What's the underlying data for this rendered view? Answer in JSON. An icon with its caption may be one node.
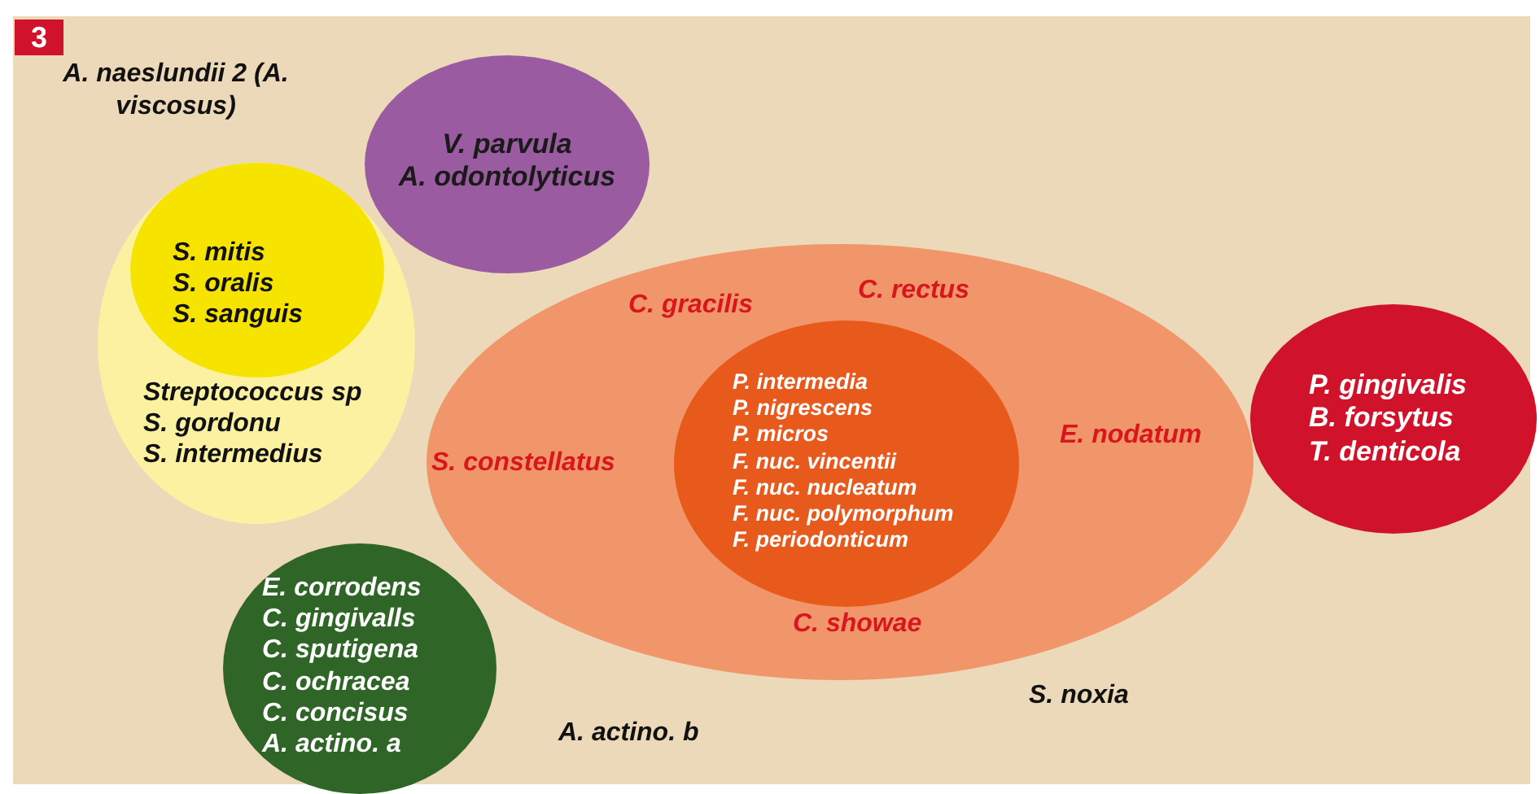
{
  "diagram": {
    "nodes": [
      {
        "text": [
          "V. parvula",
          "A. odontolyticus"
        ]
      },
      {
        "text": [
          "Streptococcus sp",
          "S. gordonu",
          "S. intermedius"
        ]
      },
      {
        "text": [
          "S. mitis",
          "S. oralis",
          "S. sanguis"
        ],
        "in": 1
      },
      {
        "text": [
          "C. gracilis",
          "C. rectus",
          "S. constellatus",
          "E. nodatum",
          "C. showae"
        ]
      },
      {
        "text": [
          "P. intermedia",
          "P. nigrescens",
          "P. micros",
          "F. nuc. vincentii",
          "F. nuc. nucleatum",
          "F. nuc. polymorphum",
          "F. periodonticum"
        ],
        "in": 3
      },
      {
        "text": [
          "P. gingivalis",
          "B. forsytus",
          "T. denticola"
        ]
      },
      {
        "text": [
          "E. corrodens",
          "C. gingivalls",
          "C. sputigena",
          "C. ochracea",
          "C. concisus",
          "A. actino. a"
        ]
      }
    ],
    "labels": [
      "3",
      "A. naeslundii 2 (A. viscosus)",
      "A. actino. b",
      "S. noxia"
    ]
  }
}
